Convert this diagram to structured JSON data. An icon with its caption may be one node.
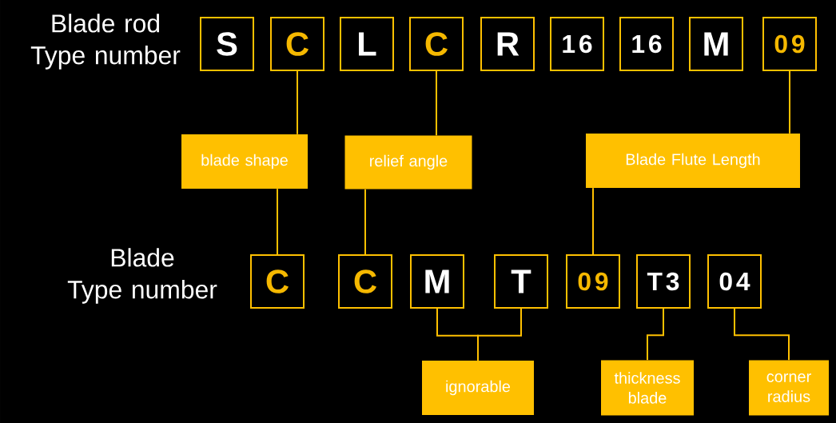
{
  "diagram": {
    "nodes": [
      {
        "text": [
          "S"
        ]
      },
      {
        "text": [
          "C"
        ]
      },
      {
        "text": [
          "L"
        ]
      },
      {
        "text": [
          "C"
        ]
      },
      {
        "text": [
          "R"
        ]
      },
      {
        "text": [
          "16"
        ]
      },
      {
        "text": [
          "16"
        ]
      },
      {
        "text": [
          "M"
        ]
      },
      {
        "text": [
          "09"
        ]
      },
      {
        "text": [
          "blade shape"
        ]
      },
      {
        "text": [
          "relief angle"
        ]
      },
      {
        "text": [
          "Blade Flute Length"
        ]
      },
      {
        "text": [
          "C"
        ]
      },
      {
        "text": [
          "C"
        ]
      },
      {
        "text": [
          "M"
        ]
      },
      {
        "text": [
          "T"
        ]
      },
      {
        "text": [
          "09"
        ]
      },
      {
        "text": [
          "T3"
        ]
      },
      {
        "text": [
          "04"
        ]
      },
      {
        "text": [
          "ignorable"
        ]
      },
      {
        "text": [
          "thickness blade"
        ]
      },
      {
        "text": [
          "corner radius"
        ]
      }
    ],
    "edges": [
      {
        "from": 1,
        "to": 9,
        "arrow": "none"
      },
      {
        "from": 9,
        "to": 12,
        "arrow": "none"
      },
      {
        "from": 3,
        "to": 10,
        "arrow": "none"
      },
      {
        "from": 10,
        "to": 13,
        "arrow": "none"
      },
      {
        "from": 8,
        "to": 11,
        "arrow": "none"
      },
      {
        "from": 11,
        "to": 16,
        "arrow": "none"
      },
      {
        "from": 14,
        "to": 19,
        "arrow": "none"
      },
      {
        "from": 15,
        "to": 19,
        "arrow": "none"
      },
      {
        "from": 17,
        "to": 20,
        "arrow": "none"
      },
      {
        "from": 18,
        "to": 21,
        "arrow": "none"
      }
    ],
    "labels": [
      "Blade rod Type number",
      "Blade Type number"
    ]
  }
}
